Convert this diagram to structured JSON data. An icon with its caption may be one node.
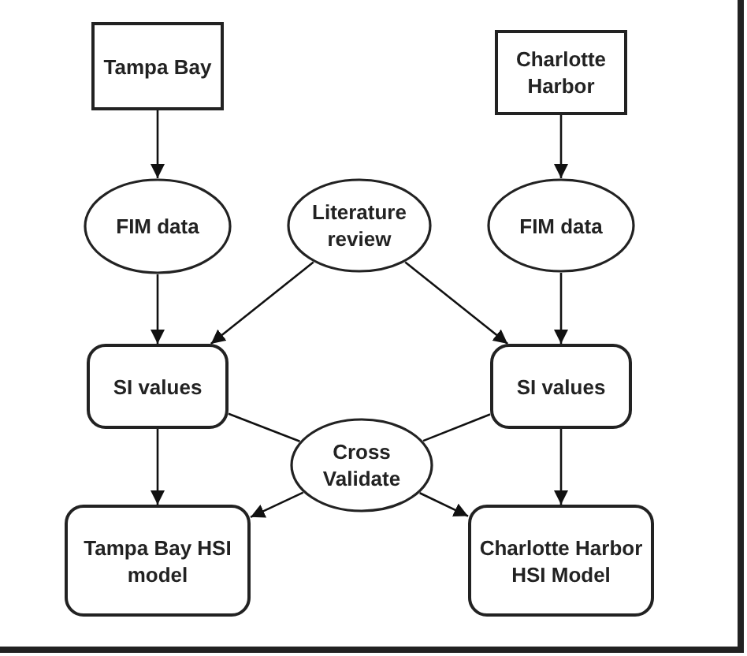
{
  "diagram": {
    "nodes": [
      {
        "text": [
          "Tampa Bay"
        ]
      },
      {
        "text": [
          "Charlotte Harbor"
        ]
      },
      {
        "text": [
          "FIM data"
        ]
      },
      {
        "text": [
          "Literature review"
        ]
      },
      {
        "text": [
          "FIM data"
        ]
      },
      {
        "text": [
          "SI values"
        ]
      },
      {
        "text": [
          "SI values"
        ]
      },
      {
        "text": [
          "Cross Validate"
        ]
      },
      {
        "text": [
          "Tampa Bay HSI model"
        ]
      },
      {
        "text": [
          "Charlotte Harbor HSI Model"
        ]
      }
    ],
    "edges": [
      {
        "from": 0,
        "to": 2,
        "arrow": "to"
      },
      {
        "from": 1,
        "to": 4,
        "arrow": "to"
      },
      {
        "from": 2,
        "to": 5,
        "arrow": "to"
      },
      {
        "from": 4,
        "to": 6,
        "arrow": "to"
      },
      {
        "from": 3,
        "to": 5,
        "arrow": "to"
      },
      {
        "from": 3,
        "to": 6,
        "arrow": "to"
      },
      {
        "from": 5,
        "to": 7,
        "arrow": "none"
      },
      {
        "from": 6,
        "to": 7,
        "arrow": "none"
      },
      {
        "from": 5,
        "to": 8,
        "arrow": "to"
      },
      {
        "from": 6,
        "to": 9,
        "arrow": "to"
      },
      {
        "from": 7,
        "to": 8,
        "arrow": "to"
      },
      {
        "from": 7,
        "to": 9,
        "arrow": "to"
      }
    ]
  }
}
